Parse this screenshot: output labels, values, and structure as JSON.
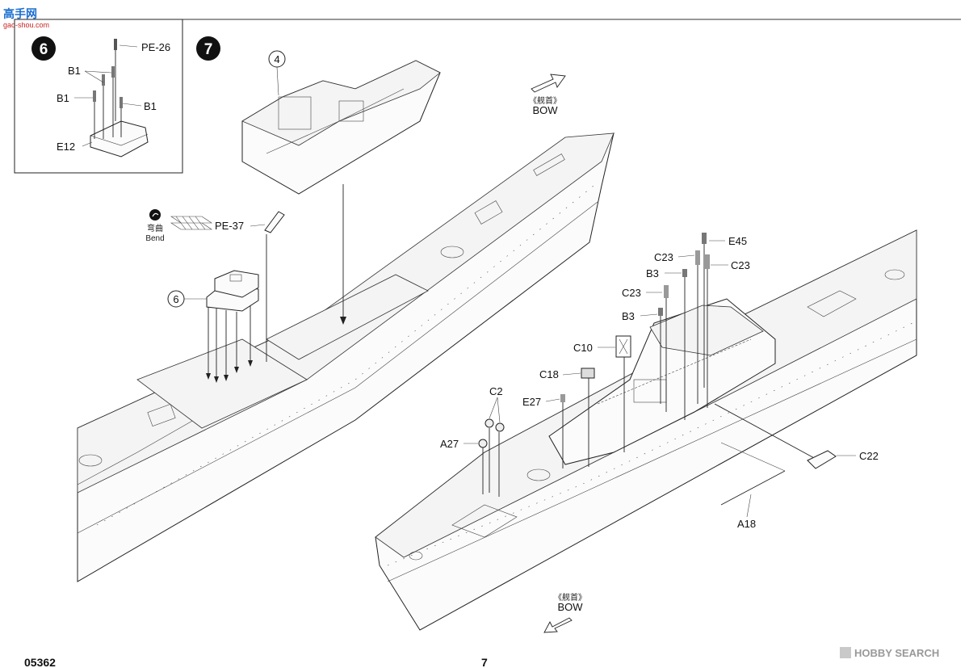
{
  "watermark": {
    "cjk": "高手网",
    "domain": "gao-shou.com"
  },
  "step6": {
    "number": "6",
    "labels": {
      "pe26": "PE-26",
      "b1_a": "B1",
      "b1_b": "B1",
      "b1_c": "B1",
      "e12": "E12"
    }
  },
  "step7": {
    "number": "7",
    "callout_4": "4",
    "callout_6": "6",
    "pe37": "PE-37",
    "bend_cn": "弯曲",
    "bend_en": "Bend",
    "bow_top_cn": "《舰首》",
    "bow_top_en": "BOW",
    "bow_bottom_cn": "《舰首》",
    "bow_bottom_en": "BOW",
    "parts": {
      "e45": "E45",
      "c23_a": "C23",
      "c23_b": "C23",
      "c23_c": "C23",
      "b3_a": "B3",
      "b3_b": "B3",
      "c10": "C10",
      "c18": "C18",
      "c2": "C2",
      "e27": "E27",
      "a27": "A27",
      "c22": "C22",
      "a18": "A18"
    }
  },
  "footer": {
    "code": "05362",
    "page": "7",
    "source": "HOBBY SEARCH"
  }
}
